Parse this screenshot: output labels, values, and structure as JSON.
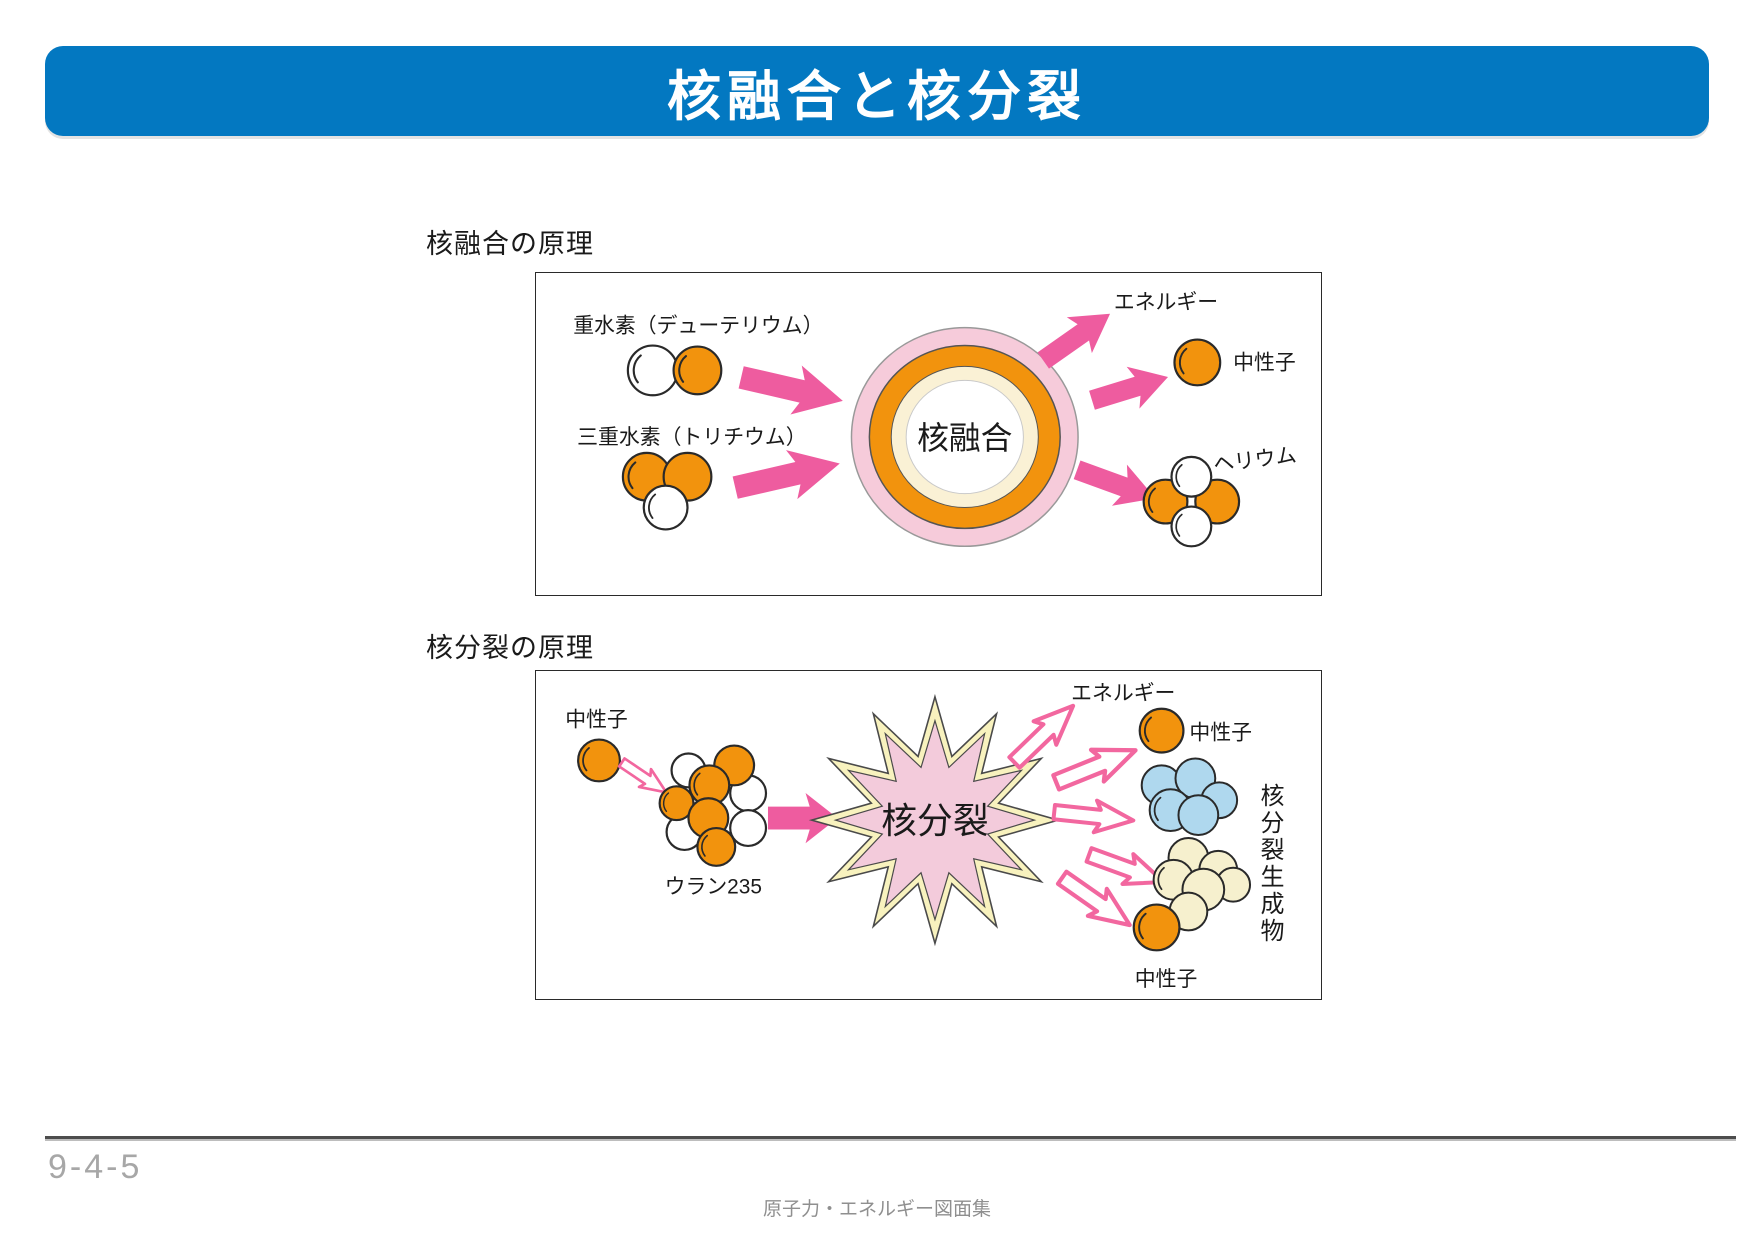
{
  "header": {
    "title": "核融合と核分裂"
  },
  "fusion": {
    "heading": "核融合の原理",
    "labels": {
      "deuterium": "重水素（デューテリウム）",
      "tritium": "三重水素（トリチウム）",
      "center": "核融合",
      "energy": "エネルギー",
      "neutron": "中性子",
      "helium": "ヘリウム"
    }
  },
  "fission": {
    "heading": "核分裂の原理",
    "labels": {
      "neutron_in": "中性子",
      "uranium": "ウラン235",
      "center": "核分裂",
      "energy": "エネルギー",
      "neutron_out_top": "中性子",
      "products": "核分裂生成物",
      "neutron_out_bottom": "中性子"
    }
  },
  "footer": {
    "page_number": "9-4-5",
    "source": "原子力・エネルギー図面集"
  },
  "colors": {
    "banner_blue": "#0378C1",
    "atom_orange": "#F2930D",
    "arrow_pink": "#EE5C9F",
    "arrow_outline_pink": "#F2679F",
    "ring_pink": "#F6CBDA",
    "ring_cream": "#FAF1D5",
    "star_cream": "#F8F2BE",
    "star_pink": "#F3CBDB",
    "product_blue": "#AFD8EE",
    "product_cream": "#F6F0CE"
  }
}
